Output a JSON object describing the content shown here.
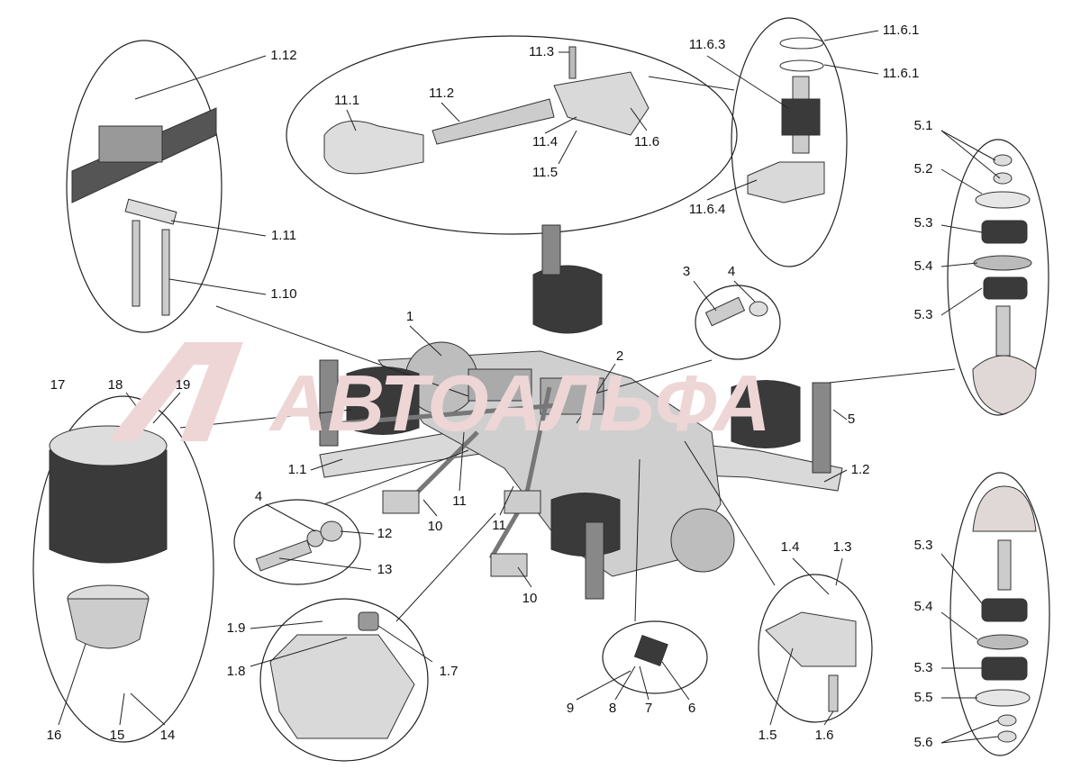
{
  "watermark": "АВТОАЛЬФА",
  "colors": {
    "background": "#ffffff",
    "line": "#222222",
    "part_light": "#d9d9d9",
    "part_dark": "#3a3a3a",
    "watermark": "#e8c9c9"
  },
  "labels": {
    "l_1_12": "1.12",
    "l_1_11": "1.11",
    "l_1_10": "1.10",
    "l_11_1": "11.1",
    "l_11_2": "11.2",
    "l_11_3": "11.3",
    "l_11_4": "11.4",
    "l_11_5": "11.5",
    "l_11_6": "11.6",
    "l_11_6_3": "11.6.3",
    "l_11_6_1a": "11.6.1",
    "l_11_6_1b": "11.6.1",
    "l_11_6_4": "11.6.4",
    "l_5_1": "5.1",
    "l_5_2": "5.2",
    "l_5_3a": "5.3",
    "l_5_4a": "5.4",
    "l_5_3b": "5.3",
    "l_3": "3",
    "l_4a": "4",
    "l_1": "1",
    "l_2": "2",
    "l_17": "17",
    "l_18": "18",
    "l_19": "19",
    "l_5": "5",
    "l_1_1": "1.1",
    "l_1_2": "1.2",
    "l_11a": "11",
    "l_10a": "10",
    "l_11b": "11",
    "l_4b": "4",
    "l_12": "12",
    "l_13": "13",
    "l_10b": "10",
    "l_1_4": "1.4",
    "l_1_3": "1.3",
    "l_5_3c": "5.3",
    "l_5_4b": "5.4",
    "l_5_3d": "5.3",
    "l_5_5": "5.5",
    "l_5_6": "5.6",
    "l_1_9": "1.9",
    "l_1_8": "1.8",
    "l_1_7": "1.7",
    "l_9": "9",
    "l_8": "8",
    "l_7": "7",
    "l_6": "6",
    "l_1_5": "1.5",
    "l_1_6": "1.6",
    "l_16": "16",
    "l_15": "15",
    "l_14": "14"
  }
}
